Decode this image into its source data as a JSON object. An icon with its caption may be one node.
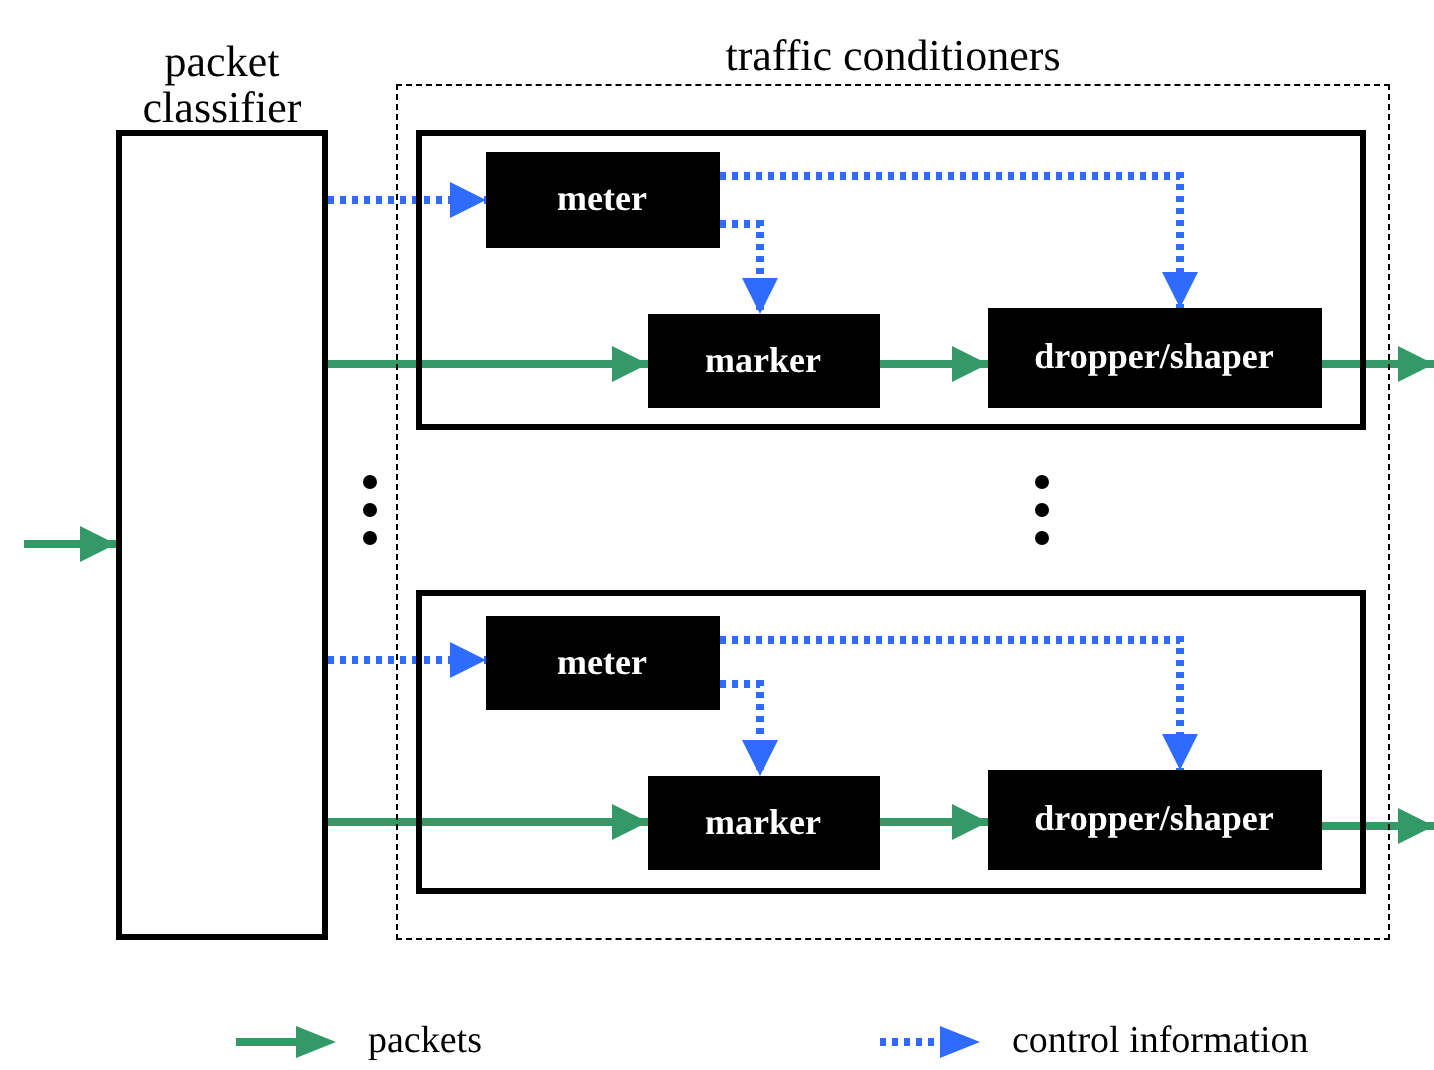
{
  "diagram": {
    "nodes": [
      {
        "text": [
          "packet classifier"
        ]
      },
      {
        "text": [
          "traffic conditioners"
        ]
      },
      {
        "text": [],
        "shape": "box",
        "in": 1
      },
      {
        "text": [
          "meter"
        ],
        "in": 2
      },
      {
        "text": [
          "marker"
        ],
        "in": 2
      },
      {
        "text": [
          "dropper/shaper"
        ],
        "in": 2
      },
      {
        "text": [],
        "shape": "box",
        "in": 1
      },
      {
        "text": [
          "meter"
        ],
        "in": 6
      },
      {
        "text": [
          "marker"
        ],
        "in": 6
      },
      {
        "text": [
          "dropper/shaper"
        ],
        "in": 6
      }
    ],
    "edges": [
      {
        "from": null,
        "to": 0,
        "arrow": "to"
      },
      {
        "from": 0,
        "to": 3,
        "arrow": "to",
        "style": "dashed",
        "color": "#2f6bff"
      },
      {
        "from": 0,
        "to": 4,
        "arrow": "to"
      },
      {
        "from": 3,
        "to": 4,
        "arrow": "to",
        "style": "dashed",
        "color": "#2f6bff"
      },
      {
        "from": 3,
        "to": 5,
        "arrow": "to",
        "style": "dashed",
        "color": "#2f6bff"
      },
      {
        "from": 4,
        "to": 5,
        "arrow": "to"
      },
      {
        "from": 5,
        "to": null,
        "arrow": "to"
      },
      {
        "from": 0,
        "to": 7,
        "arrow": "to",
        "style": "dashed",
        "color": "#2f6bff"
      },
      {
        "from": 0,
        "to": 8,
        "arrow": "to"
      },
      {
        "from": 7,
        "to": 8,
        "arrow": "to",
        "style": "dashed",
        "color": "#2f6bff"
      },
      {
        "from": 7,
        "to": 9,
        "arrow": "to",
        "style": "dashed",
        "color": "#2f6bff"
      },
      {
        "from": 8,
        "to": 9,
        "arrow": "to"
      },
      {
        "from": 9,
        "to": null,
        "arrow": "to"
      }
    ],
    "legend": [
      {
        "text": "packets"
      },
      {
        "text": "control information"
      }
    ]
  }
}
